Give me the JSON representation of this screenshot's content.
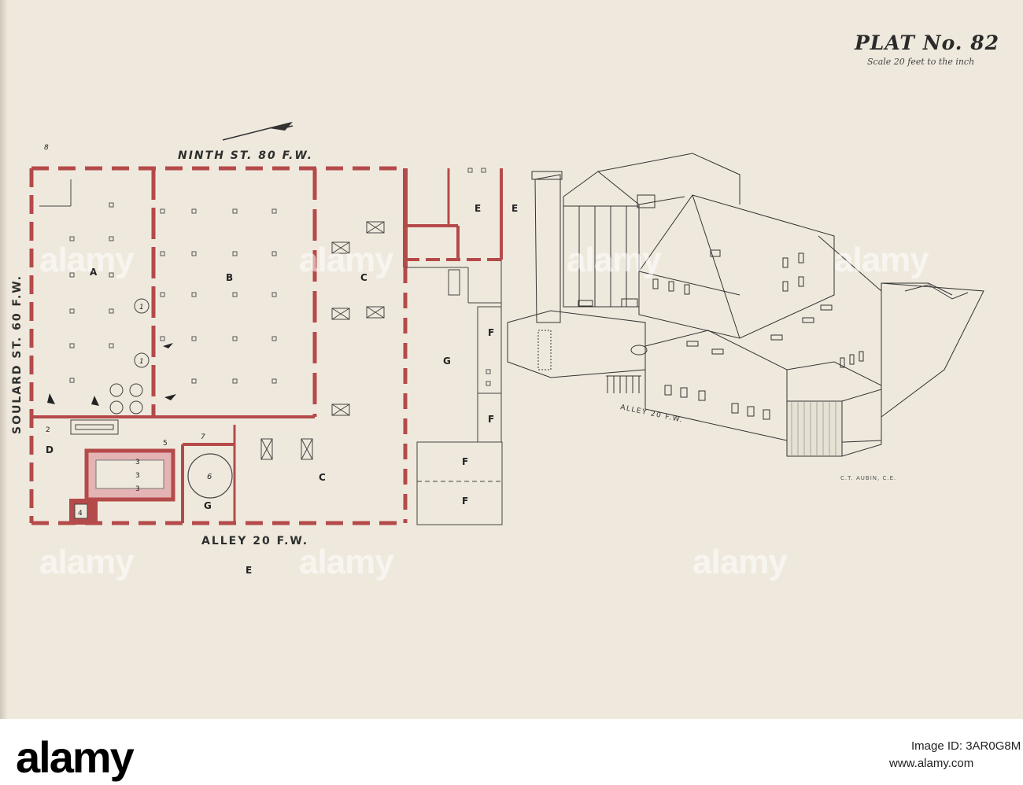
{
  "plat": {
    "title": "PLAT No. 82",
    "scale": "Scale 20 feet to the inch"
  },
  "streets": {
    "ninth": "NINTH ST. 80 F.W.",
    "soulard": "SOULARD ST. 60 F.W.",
    "alley_plan": "ALLEY 20 F.W.",
    "alley_elevation": "ALLEY 20 F.W."
  },
  "engraver": "C.T. AUBIN, C.E.",
  "plan_labels": {
    "A": "A",
    "B": "B",
    "C": "C",
    "D": "D",
    "E": "E",
    "F": "F",
    "G": "G"
  },
  "numbers": {
    "n1": "1",
    "n2": "2",
    "n3": "3",
    "n4": "4",
    "n5": "5",
    "n6": "6",
    "n7": "7",
    "n8": "8"
  },
  "colors": {
    "wall_red": "#b54a4a",
    "paper": "#efe9dd",
    "ink": "#2e2e2e"
  },
  "watermark": "alamy",
  "footer": {
    "logo": "alamy",
    "image_id": "Image ID: 3AR0G8M",
    "url": "www.alamy.com"
  }
}
